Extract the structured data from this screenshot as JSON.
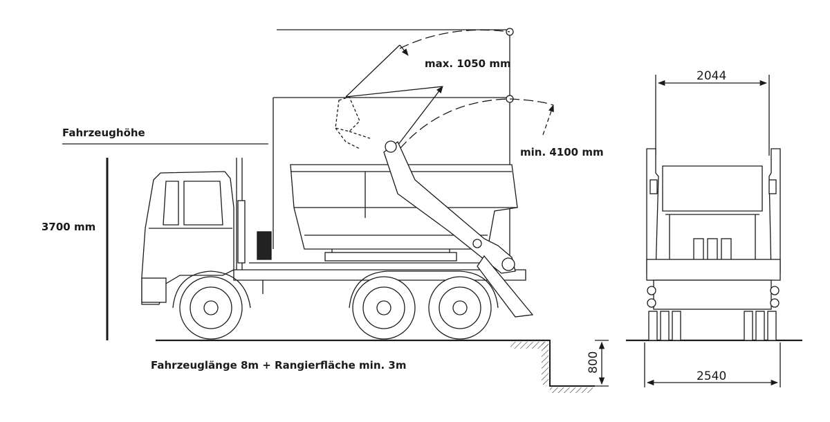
{
  "labels": {
    "vehicle_height": "Fahrzeughöhe",
    "height_value": "3700 mm",
    "max_reach": "max. 1050 mm",
    "min_reach": "min. 4100 mm",
    "vehicle_length": "Fahrzeuglänge 8m + Rangierfläche min. 3m"
  },
  "dimensions": {
    "top_width": "2044",
    "bottom_width": "2540",
    "step_height": "800"
  },
  "colors": {
    "line": "#1a1a1a",
    "fill": "#ffffff",
    "hatch": "#333333"
  }
}
